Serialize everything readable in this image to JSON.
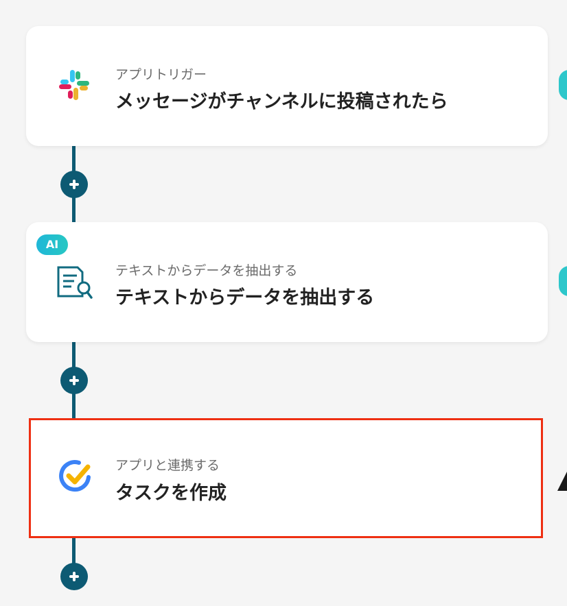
{
  "colors": {
    "connector": "#0d5a73",
    "selected_border": "#ee2f12",
    "ai_badge": "#1fb7d8"
  },
  "steps": [
    {
      "subtitle": "アプリトリガー",
      "title": "メッセージがチャンネルに投稿されたら",
      "icon": "slack-icon"
    },
    {
      "subtitle": "テキストからデータを抽出する",
      "title": "テキストからデータを抽出する",
      "icon": "document-search-icon",
      "badge": "AI"
    },
    {
      "subtitle": "アプリと連携する",
      "title": "タスクを作成",
      "icon": "task-check-icon",
      "selected": true
    }
  ]
}
